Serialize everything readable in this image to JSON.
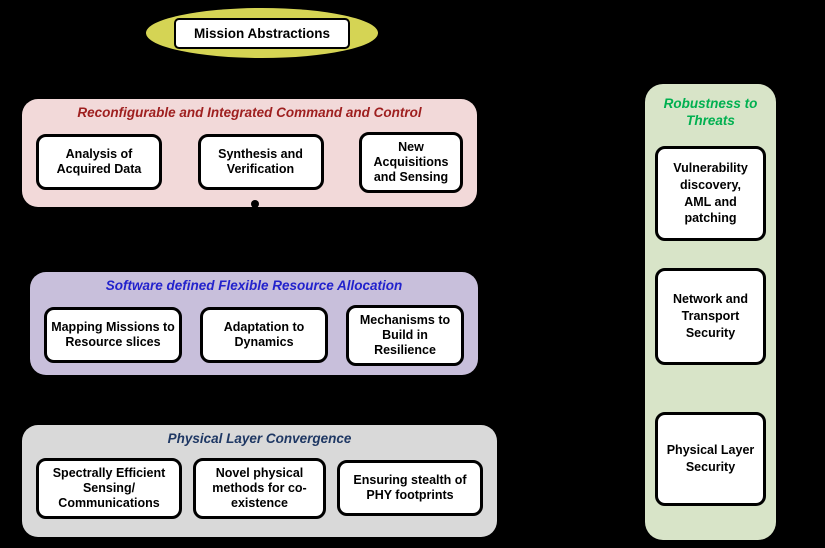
{
  "colors": {
    "background": "#000000",
    "ellipse_fill": "#d5d454",
    "layer1_bg": "#f2d9d9",
    "layer1_title_color": "#9e1f1f",
    "layer2_bg": "#c8bfdb",
    "layer2_title_color": "#2222cc",
    "layer3_bg": "#d9d9d9",
    "layer3_title_color": "#1f3864",
    "side_bg": "#d8e4c8",
    "side_title_color": "#00b050",
    "box_bg": "#ffffff",
    "box_border": "#000000"
  },
  "top": {
    "label": "Mission Abstractions"
  },
  "layers": [
    {
      "title": "Reconfigurable and Integrated Command and Control",
      "items": [
        "Analysis of Acquired Data",
        "Synthesis and Verification",
        "New Acquisitions and Sensing"
      ]
    },
    {
      "title": "Software defined Flexible Resource Allocation",
      "items": [
        "Mapping Missions to Resource slices",
        "Adaptation to Dynamics",
        "Mechanisms to Build in Resilience"
      ]
    },
    {
      "title": "Physical Layer Convergence",
      "items": [
        "Spectrally Efficient Sensing/ Communications",
        "Novel physical methods for co-existence",
        "Ensuring stealth of PHY footprints"
      ]
    }
  ],
  "side": {
    "title": "Robustness to Threats",
    "items": [
      "Vulnerability discovery, AML and patching",
      "Network and Transport Security",
      "Physical Layer Security"
    ]
  }
}
